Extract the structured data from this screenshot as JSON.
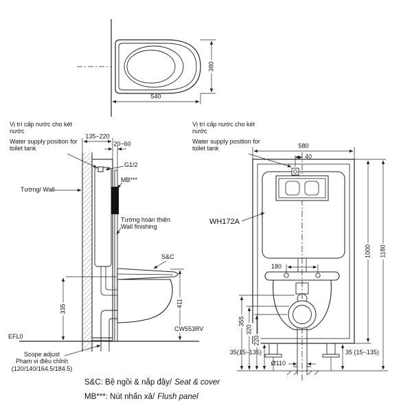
{
  "top_view": {
    "dim_depth": "540",
    "dim_width": "380"
  },
  "side_view": {
    "supply_label_vi": "Vị trí cấp nước cho két nước",
    "supply_label_en": "Water supply position for toilet tank",
    "dim_frame_depth": "135~220",
    "dim_finish_depth": "20~60",
    "supply_fitting": "G1/2",
    "flush_panel_code": "MB***",
    "wall_label": "Tường/ Wall",
    "wall_finishing_vi": "Tường hoàn thiện",
    "wall_finishing_en": "Wall finishing",
    "seat_cover_code": "S&C",
    "bowl_model": "CW553RV",
    "dim_height_335": "335",
    "dim_height_411": "411",
    "floor_level_label": "EFL0",
    "scope_adjust_en": "Scope adjust",
    "scope_adjust_vi": "Phạm vi điều chỉnh",
    "scope_adjust_values": "(120/140/164.5/184.5)"
  },
  "front_view": {
    "supply_label_vi": "Vị trí cấp nước cho két nước",
    "supply_label_en": "Water supply position for toilet tank",
    "dim_frame_width": "580",
    "dim_supply_offset": "40",
    "frame_model": "WH172A",
    "dim_bolt_spacing": "180",
    "dim_height_1180": "1180",
    "dim_height_1000": "1000",
    "dim_height_355": "355",
    "dim_height_320": "320",
    "dim_height_220": "220",
    "dim_drain_diameter": "Ø110",
    "dim_foot_left": "35(15~135)",
    "dim_foot_right": "35 (15~135)"
  },
  "legend": {
    "seat_cover_normal": "S&C: Bệ ngồi & nắp đậy/",
    "seat_cover_italic": "Seat & cover",
    "flush_panel_normal": "MB***: Nút nhấn xả/",
    "flush_panel_italic": "Flush panel"
  }
}
